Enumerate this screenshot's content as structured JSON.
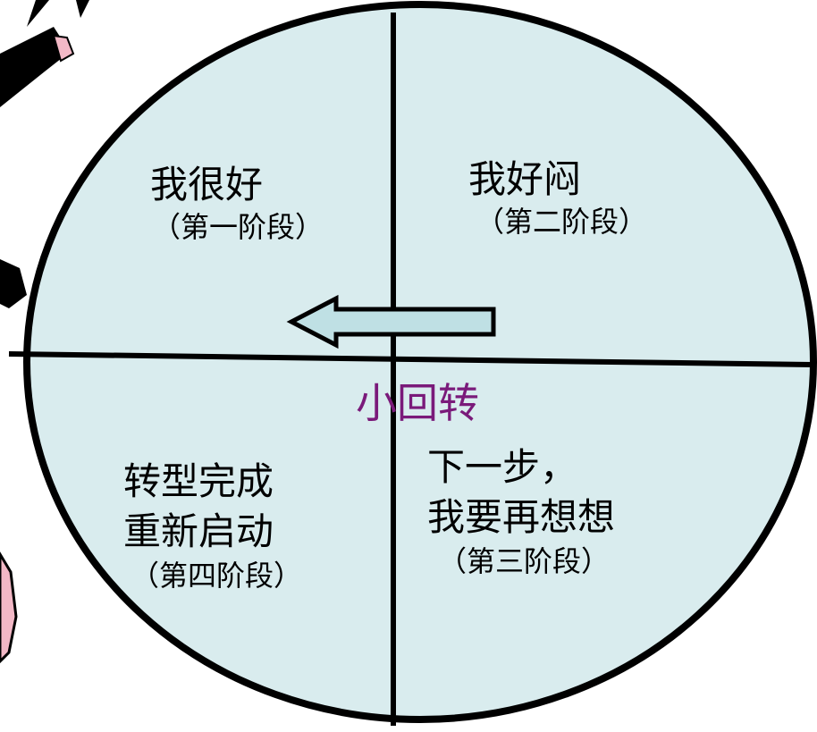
{
  "colors": {
    "circle_fill": "#d9ecee",
    "stroke": "#000000",
    "arrow_fill": "#bfe0e4",
    "center_text": "#7a1a7a",
    "figure_pink": "#f2b8c6"
  },
  "quadrants": {
    "top_left": {
      "title": "我很好",
      "stage": "（第一阶段）"
    },
    "top_right": {
      "title": "我好闷",
      "stage": "（第二阶段）"
    },
    "bottom_right": {
      "line1": "下一步，",
      "line2": "我要再想想",
      "stage": "（第三阶段）"
    },
    "bottom_left": {
      "line1": "转型完成",
      "line2": "重新启动",
      "stage": "（第四阶段）"
    }
  },
  "center_label": "小回转",
  "arrow": {
    "direction": "left"
  },
  "decorations": {
    "cartoon_figure_icon": "cartoon-figure-partial"
  }
}
